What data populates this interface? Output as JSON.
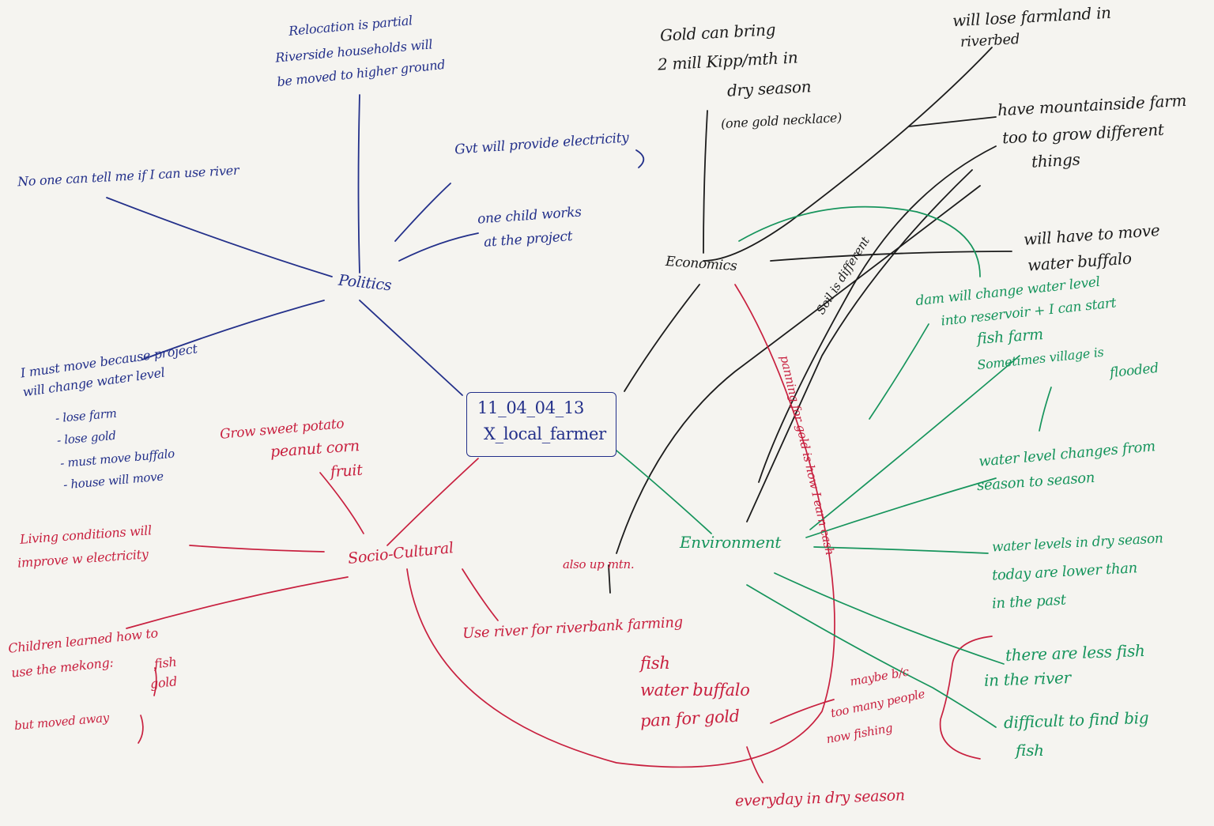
{
  "center": {
    "line1": "11_04_04_13",
    "line2": "X_local_farmer"
  },
  "themes": {
    "politics": "Politics",
    "economics": "Economics",
    "socio_cultural": "Socio-Cultural",
    "environment": "Environment"
  },
  "politics_notes": {
    "relocation": [
      "Relocation is partial",
      "Riverside households will",
      "be moved to higher ground"
    ],
    "electricity": "Gvt will provide electricity",
    "child": [
      "one child works",
      "at the project"
    ],
    "no_one": "No one can tell me if I can use river",
    "must_move": [
      "I must move because project",
      "will change water level"
    ],
    "must_move_list": [
      "- lose farm",
      "- lose gold",
      "- must move buffalo",
      "- house will move"
    ]
  },
  "economics_notes": {
    "gold": [
      "Gold can bring",
      "2 mill Kipp/mth in",
      "dry season",
      "(one gold necklace)"
    ],
    "lose_farmland": [
      "will lose farmland in",
      "riverbed"
    ],
    "mountainside": [
      "have mountainside farm",
      "too to grow different",
      "things"
    ],
    "buffalo": [
      "will have to move",
      "water buffalo"
    ],
    "soil": "Soil is different"
  },
  "socio_notes": {
    "grow": [
      "Grow sweet potato",
      "peanut corn",
      "fruit"
    ],
    "living": [
      "Living conditions will",
      "improve w electricity"
    ],
    "children": [
      "Children learned how to",
      "use the mekong:"
    ],
    "fish_gold": [
      "fish",
      "gold"
    ],
    "moved": "but moved away",
    "also_up": "also up mtn.",
    "river_use": "Use river for riverbank farming",
    "river_use_items": [
      "fish",
      "water buffalo",
      "pan for gold"
    ],
    "panning": "panning for gold is how I earn cash",
    "maybe": [
      "maybe b/c",
      "too many people",
      "now fishing"
    ],
    "everyday": "everyday in dry season"
  },
  "environment_notes": {
    "dam": [
      "dam will change water level",
      "into reservoir + I can start",
      "fish farm"
    ],
    "flooded": [
      "Sometimes village is",
      "flooded"
    ],
    "water_level": [
      "water level changes from",
      "season to season"
    ],
    "dry_season": [
      "water levels in dry season",
      "today are lower than",
      "in the past"
    ],
    "less_fish": [
      "there are less fish",
      "in the river"
    ],
    "big_fish": [
      "difficult to find big",
      "fish"
    ]
  },
  "colors": {
    "politics": "#23308a",
    "economics": "#1c1c1c",
    "socio_cultural": "#c8203f",
    "environment": "#16945c"
  }
}
